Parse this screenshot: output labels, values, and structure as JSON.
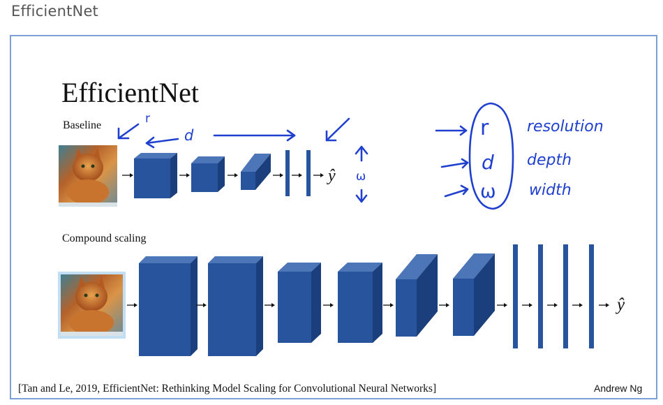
{
  "page": {
    "heading": "EfficientNet"
  },
  "slide": {
    "title": "EfficientNet",
    "baseline_label": "Baseline",
    "compound_label": "Compound scaling",
    "output_symbol": "ŷ",
    "citation": "[Tan and Le, 2019, EfficientNet: Rethinking Model Scaling for Convolutional Neural Networks]",
    "author": "Andrew Ng",
    "annotations": {
      "r": "r",
      "d": "d",
      "w_vertical": "ω",
      "r_big": "r",
      "d_big": "d",
      "w_big": "ω",
      "resolution": "resolution",
      "depth": "depth",
      "width": "width"
    }
  },
  "colors": {
    "block_front": "#27549c",
    "block_top": "#4c76b7",
    "block_side": "#1b3f7c",
    "ink": "#1f3fcf",
    "frame": "#7d9fd8"
  }
}
